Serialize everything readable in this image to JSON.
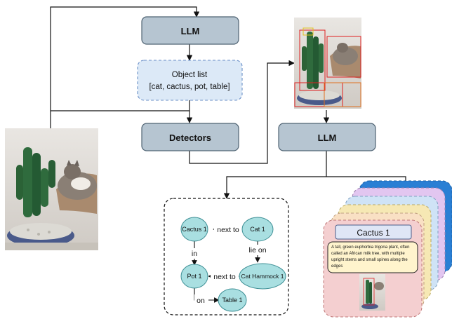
{
  "nodes": {
    "llm_top": "LLM",
    "object_list_line1": "Object list",
    "object_list_line2": "[cat, cactus, pot, table]",
    "detectors": "Detectors",
    "llm_right": "LLM"
  },
  "scene_graph": {
    "nodes": {
      "cactus1": "Cactus 1",
      "cat1": "Cat 1",
      "pot1": "Pot 1",
      "cat_hammock1": "Cat Hammock 1",
      "table1": "Table 1"
    },
    "edges": {
      "next_to_a": "next to",
      "lie_on": "lie on",
      "in": "in",
      "next_to_b": "next to",
      "on": "on"
    }
  },
  "card": {
    "title": "Cactus 1",
    "description_lines": [
      "A tall, green euphorbia trigona plant, often",
      "called an African milk tree, with multiple",
      "upright stems and small spines along the",
      "edges"
    ]
  },
  "colors": {
    "process_fill": "#b6c5d1",
    "process_stroke": "#4f6373",
    "object_list_fill": "#dce9f7",
    "graph_node_fill": "#a9dfe1",
    "graph_node_stroke": "#3e8f95",
    "card_fill": "#f4cfd0",
    "card_title_fill": "#dfe6f6",
    "card_desc_fill": "#fff4cd",
    "stack_colors": [
      "#2a7fd4",
      "#e2c6f0",
      "#cfe3f6",
      "#f6e8b4",
      "#f9e0c4"
    ]
  }
}
